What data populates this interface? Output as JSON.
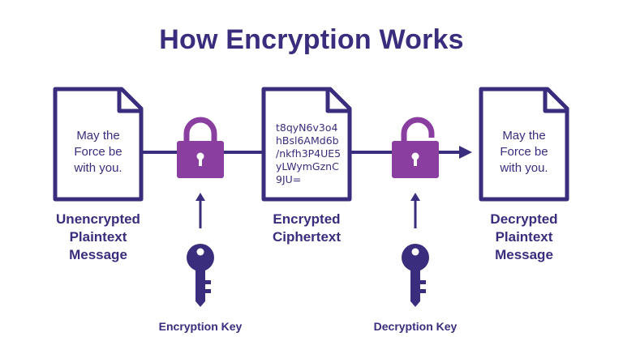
{
  "title": "How Encryption Works",
  "colors": {
    "navy": "#3a2d7d",
    "purple": "#8a3fa0",
    "background": "#ffffff"
  },
  "nodes": {
    "plaintext": {
      "doc_text": "May the\nForce be\nwith you.",
      "caption": "Unencrypted\nPlaintext\nMessage"
    },
    "ciphertext": {
      "doc_text": "t8qyN6v3o4\nhBsl6AMd6b\n/nkfh3P4UE5\nyLWymGznC\n9JU=",
      "caption": "Encrypted\nCiphertext"
    },
    "decrypted": {
      "doc_text": "May the\nForce be\nwith you.",
      "caption": "Decrypted\nPlaintext\nMessage"
    }
  },
  "keys": {
    "encryption": {
      "label": "Encryption Key",
      "icon": "key-icon",
      "lock_icon": "closed-padlock-icon"
    },
    "decryption": {
      "label": "Decryption Key",
      "icon": "key-icon",
      "lock_icon": "open-padlock-icon"
    }
  }
}
